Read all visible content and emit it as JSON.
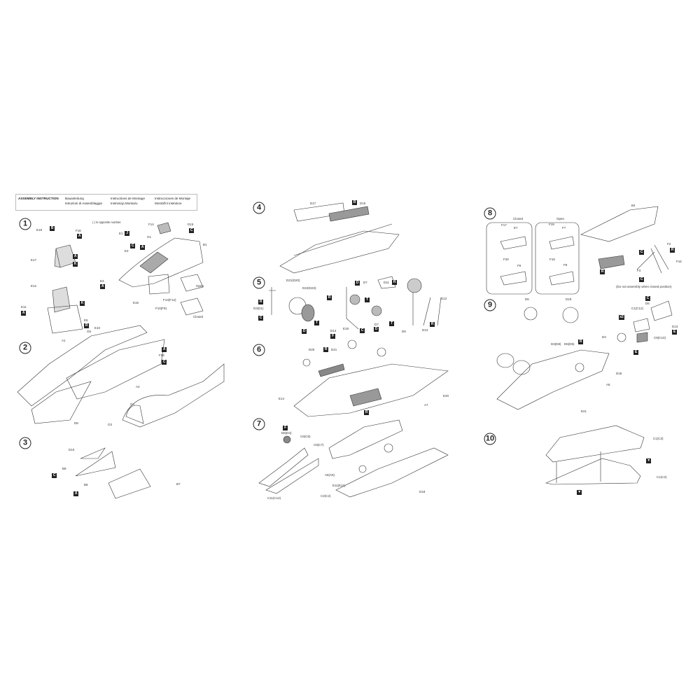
{
  "header": {
    "title": "ASSEMBLY INSTRUCTION",
    "languages": [
      "Bauanleitung",
      "Istruzioni di Assemblaggio",
      "Instructions de Montage",
      "Instrukcja Montażu",
      "Instrucciones de Montaje",
      "Montážní instrukce"
    ]
  },
  "note": "( ) is opposite number.",
  "steps": [
    {
      "number": "1",
      "labels": [
        "E19",
        "B",
        "F16",
        "A",
        "E17",
        "A",
        "K",
        "E12",
        "K",
        "E11",
        "A",
        "E5",
        "R",
        "E1",
        "J",
        "E2",
        "C",
        "G1",
        "A",
        "F14",
        "D15",
        "C",
        "B1",
        "E3",
        "A",
        "E15",
        "Open",
        "F13(F12)",
        "F10(F9)",
        "Closed"
      ]
    },
    {
      "number": "2",
      "labels": [
        "E10",
        "G5",
        "A1",
        "A",
        "F15",
        "C",
        "A2",
        "D8",
        "G4",
        "G3"
      ]
    },
    {
      "number": "3",
      "labels": [
        "D10",
        "B9",
        "C",
        "B8",
        "A",
        "B7"
      ]
    },
    {
      "number": "4",
      "labels": [
        "D17",
        "R",
        "D16"
      ]
    },
    {
      "number": "5",
      "labels": [
        "D21(D20)",
        "D22(D23)",
        "R",
        "D3(D1)",
        "C",
        "T",
        "D",
        "D",
        "D7",
        "D11",
        "R",
        "R",
        "T",
        "T",
        "D7",
        "D",
        "D14",
        "F",
        "E18",
        "C",
        "D9",
        "D13",
        "D12",
        "R"
      ]
    },
    {
      "number": "6",
      "labels": [
        "D20",
        "R",
        "D21",
        "E14",
        "E20",
        "A7",
        "R"
      ]
    },
    {
      "number": "7",
      "labels": [
        "F",
        "D5(D4)",
        "C6(C5)",
        "C8(C7)",
        "A6(A5)",
        "E11(E11)",
        "C2(C2)",
        "C11(C14)",
        "D18"
      ]
    },
    {
      "number": "8",
      "labels": [
        "Closed",
        "Open",
        "F17",
        "E7",
        "F19",
        "F7",
        "F20",
        "F6",
        "F18",
        "F8",
        "B4",
        "R",
        "F2",
        "C",
        "R",
        "F16",
        "F3",
        "C",
        "(Do not assembly when closed position)"
      ]
    },
    {
      "number": "9",
      "labels": [
        "D6",
        "D19",
        "C",
        "C1(C12)",
        "D6",
        "x2",
        "D3",
        "C9(C10)",
        "E",
        "D13",
        "E",
        "D3(D8)",
        "D6(D5)",
        "R",
        "D18",
        "A8",
        "E21"
      ]
    },
    {
      "number": "10",
      "labels": [
        "C1(C3)",
        "C1(C2)"
      ]
    }
  ],
  "colors": {
    "ink": "#222222",
    "badge": "#222222",
    "shade": "#9a9a9a"
  }
}
